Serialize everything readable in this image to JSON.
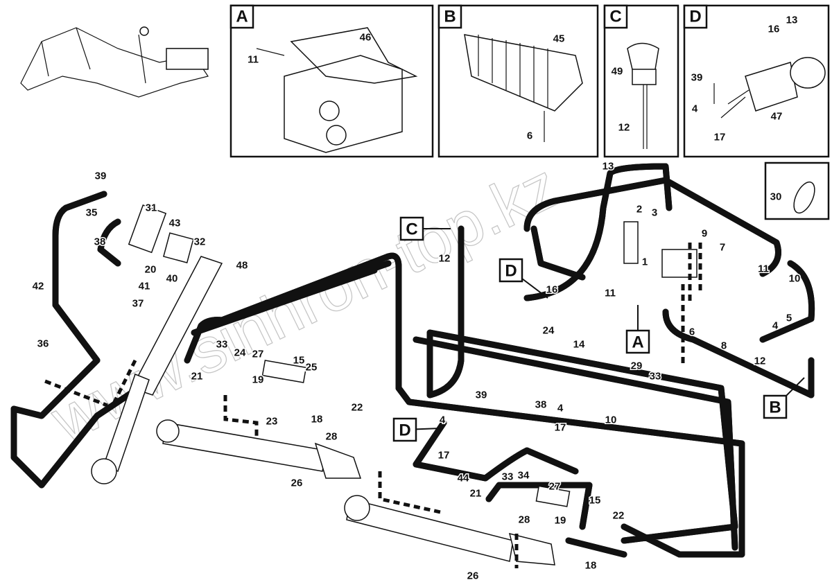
{
  "watermark": "www.sinhron-top.kz",
  "insets": [
    {
      "letter": "A",
      "callouts": [
        "46",
        "11"
      ]
    },
    {
      "letter": "B",
      "callouts": [
        "45",
        "6"
      ]
    },
    {
      "letter": "C",
      "callouts": [
        "49",
        "12"
      ]
    },
    {
      "letter": "D",
      "callouts": [
        "16",
        "13",
        "39",
        "4",
        "47",
        "17"
      ]
    }
  ],
  "detail_box": {
    "callouts": [
      "30"
    ]
  },
  "view_markers": [
    "C",
    "D",
    "A",
    "D",
    "B"
  ],
  "callouts": [
    "39",
    "35",
    "31",
    "43",
    "38",
    "32",
    "48",
    "20",
    "40",
    "42",
    "41",
    "37",
    "36",
    "33",
    "24",
    "27",
    "15",
    "21",
    "19",
    "25",
    "22",
    "23",
    "18",
    "28",
    "26",
    "13",
    "2",
    "3",
    "12",
    "9",
    "7",
    "1",
    "16",
    "11",
    "11",
    "10",
    "5",
    "4",
    "6",
    "8",
    "12",
    "24",
    "14",
    "29",
    "33",
    "39",
    "38",
    "4",
    "10",
    "17",
    "4",
    "17",
    "44",
    "33",
    "34",
    "27",
    "21",
    "15",
    "19",
    "22",
    "28",
    "18",
    "26"
  ]
}
